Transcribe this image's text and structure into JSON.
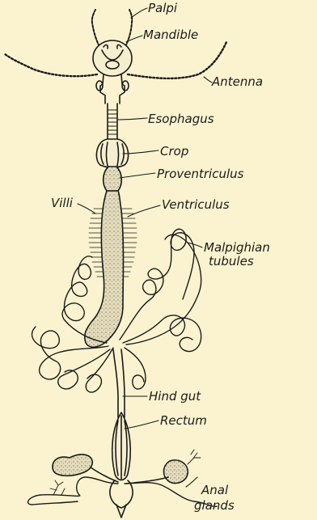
{
  "labels": {
    "palpi": "Palpi",
    "mandible": "Mandible",
    "antenna": "Antenna",
    "esophagus": "Esophagus",
    "crop": "Crop",
    "proventriculus": "Proventriculus",
    "villi": "Villi",
    "ventriculus": "Ventriculus",
    "malpighian_1": "Malpighian",
    "malpighian_2": "tubules",
    "hind_gut": "Hind gut",
    "rectum": "Rectum",
    "anal_1": "Anal",
    "anal_2": "glands"
  },
  "colors": {
    "background": "#fbf3cf",
    "ink": "#1a1a1a",
    "stipple_fill": "#ddd6b4"
  }
}
